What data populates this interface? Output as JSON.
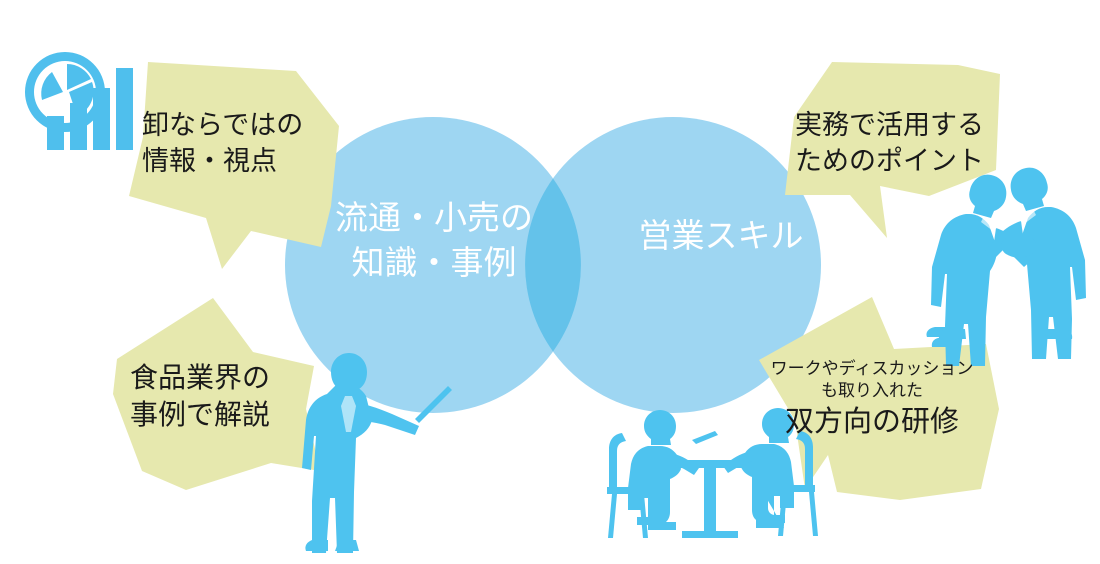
{
  "diagram": {
    "title": "",
    "colors": {
      "callout_fill": "#e6e8ae",
      "circle_fill": "#9ed6f2",
      "circle_overlap": "#64c2ea",
      "silhouette": "#4ec3ef",
      "icon": "#4fbfed",
      "circle_text": "#ffffff",
      "callout_text": "#1a1a1a",
      "background": "#ffffff"
    },
    "venn": {
      "left_circle": {
        "label_line1": "流通・小売の",
        "label_line2": "知識・事例"
      },
      "right_circle": {
        "label_line1": "営業スキル"
      }
    },
    "callouts": [
      {
        "id": "top-left",
        "line1": "卸ならではの",
        "line2": "情報・視点",
        "points_to": "left-circle"
      },
      {
        "id": "bottom-left",
        "line1": "食品業界の",
        "line2": "事例で解説",
        "points_to": "left-circle"
      },
      {
        "id": "top-right",
        "line1": "実務で活用する",
        "line2": "ためのポイント",
        "points_to": "right-circle"
      },
      {
        "id": "bottom-right",
        "line1": "ワークやディスカッション",
        "line2": "も取り入れた",
        "line3": "双方向の研修",
        "points_to": "right-circle"
      }
    ],
    "icons": [
      {
        "id": "pie-bar-chart",
        "name": "pie-bar-chart-icon"
      },
      {
        "id": "presenter",
        "name": "presenter-silhouette"
      },
      {
        "id": "handshake",
        "name": "handshake-silhouette"
      },
      {
        "id": "meeting",
        "name": "meeting-silhouette"
      }
    ]
  }
}
